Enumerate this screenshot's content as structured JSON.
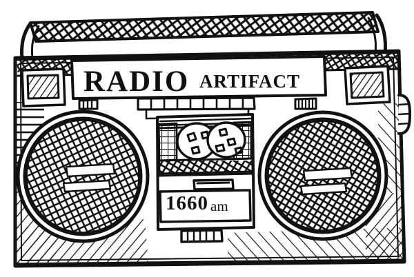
{
  "artwork": {
    "kind": "hand-drawn-line-illustration",
    "subject": "boombox-portable-stereo",
    "style": "black ink sketch with cross-hatch shading on white background",
    "ink_color": "#111111",
    "background_color": "#ffffff"
  },
  "branding": {
    "main_word": "RADIO",
    "sub_word": "ARTIFACT"
  },
  "display": {
    "frequency": "1660",
    "band": "am"
  },
  "parts": {
    "handle_label": "carry handle",
    "left_speaker_label": "left speaker grille",
    "right_speaker_label": "right speaker grille",
    "cassette_deck_label": "cassette tape deck",
    "left_vent_label": "left hatched vent",
    "right_vent_label": "right hatched vent",
    "button_strip_label": "equalizer button strip",
    "lower_button_strip_label": "lower control button strip",
    "side_knob_label": "side knob tab",
    "tuning_slider_label": "tuning slider"
  },
  "counts": {
    "top_buttons": 9,
    "lower_buttons": 6,
    "tape_reels": 2
  }
}
